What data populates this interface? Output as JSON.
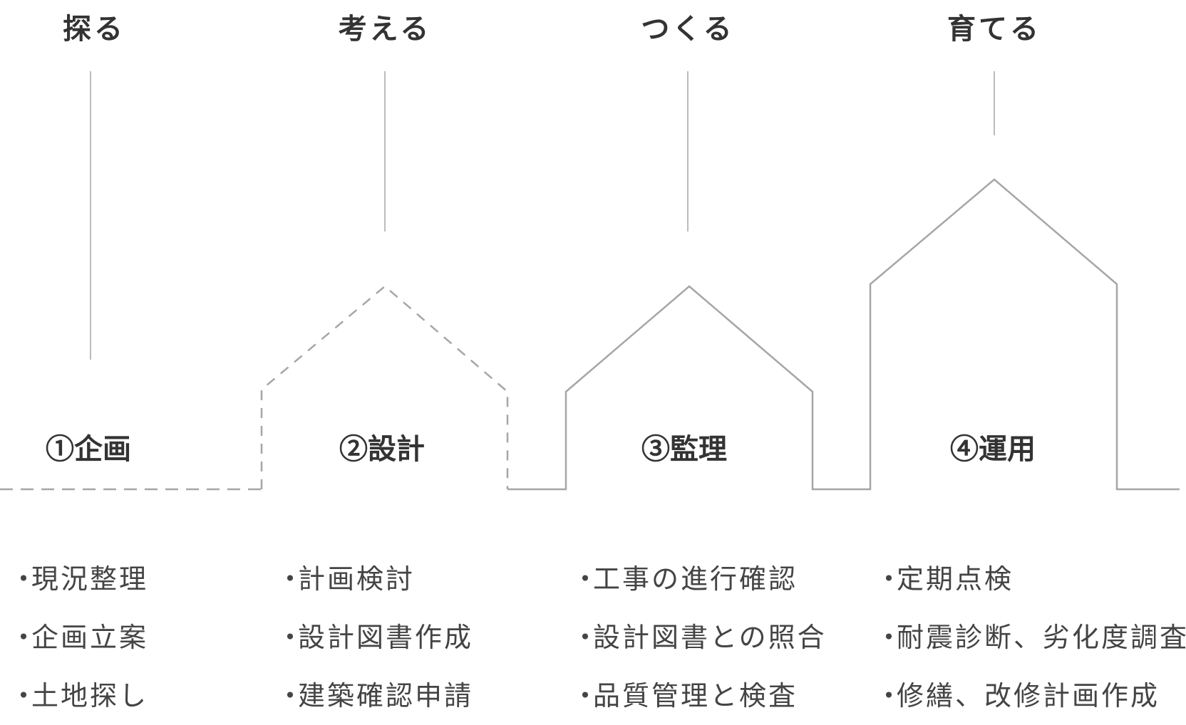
{
  "stages": [
    {
      "verb": "探る",
      "phase": "①企画",
      "tasks": [
        "現況整理",
        "企画立案",
        "土地探し"
      ]
    },
    {
      "verb": "考える",
      "phase": "②設計",
      "tasks": [
        "計画検討",
        "設計図書作成",
        "建築確認申請"
      ]
    },
    {
      "verb": "つくる",
      "phase": "③監理",
      "tasks": [
        "工事の進行確認",
        "設計図書との照合",
        "品質管理と検査"
      ]
    },
    {
      "verb": "育てる",
      "phase": "④運用",
      "tasks": [
        "定期点検",
        "耐震診断、劣化度調査",
        "修繕、改修計画作成"
      ]
    }
  ],
  "bullet": "・",
  "colors": {
    "line": "#a6a6a6",
    "text": "#333333"
  }
}
